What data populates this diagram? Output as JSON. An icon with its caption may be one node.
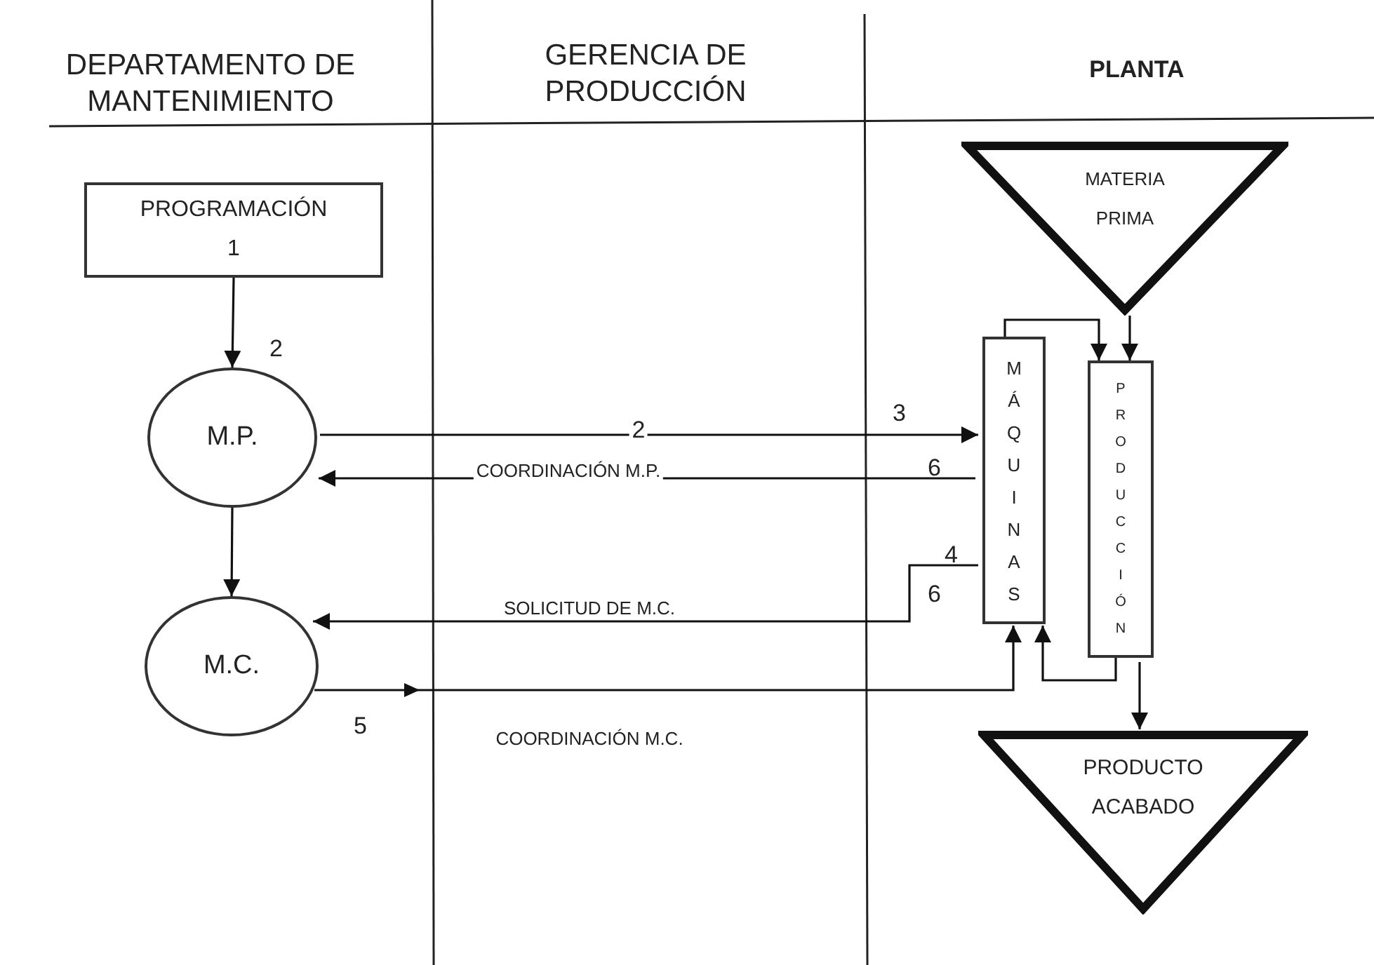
{
  "diagram": {
    "nodes": [
      {
        "text": [
          "PROGRAMACIÓN",
          "1"
        ]
      },
      {
        "text": [
          "M.P."
        ]
      },
      {
        "text": [
          "M.C."
        ]
      },
      {
        "text": [
          "MATERIA PRIMA"
        ]
      },
      {
        "text": [
          "MÁQUINAS"
        ]
      },
      {
        "text": [
          "PRODUCCIÓN"
        ]
      },
      {
        "text": [
          "PRODUCTO ACABADO"
        ]
      }
    ],
    "edges": [
      {
        "from": 0,
        "to": 1,
        "arrow": "to",
        "label": "2"
      },
      {
        "from": 1,
        "to": 2,
        "arrow": "to"
      },
      {
        "from": 1,
        "to": 4,
        "arrow": "to",
        "label": "2"
      },
      {
        "from": 4,
        "to": 1,
        "arrow": "to",
        "label": "COORDINACIÓN M.P."
      },
      {
        "from": 4,
        "to": 2,
        "arrow": "to",
        "label": "SOLICITUD DE M.C."
      },
      {
        "from": 2,
        "to": 4,
        "arrow": "to",
        "label": "COORDINACIÓN M.C."
      },
      {
        "from": 3,
        "to": 5,
        "arrow": "to"
      },
      {
        "from": 4,
        "to": 5,
        "arrow": "to"
      },
      {
        "from": 5,
        "to": 4,
        "arrow": "to"
      },
      {
        "from": 5,
        "to": 6,
        "arrow": "to"
      }
    ],
    "labels": [
      "DEPARTAMENTO DE MANTENIMIENTO",
      "GERENCIA DE PRODUCCIÓN",
      "PLANTA",
      "3",
      "6",
      "4",
      "6",
      "5"
    ]
  }
}
